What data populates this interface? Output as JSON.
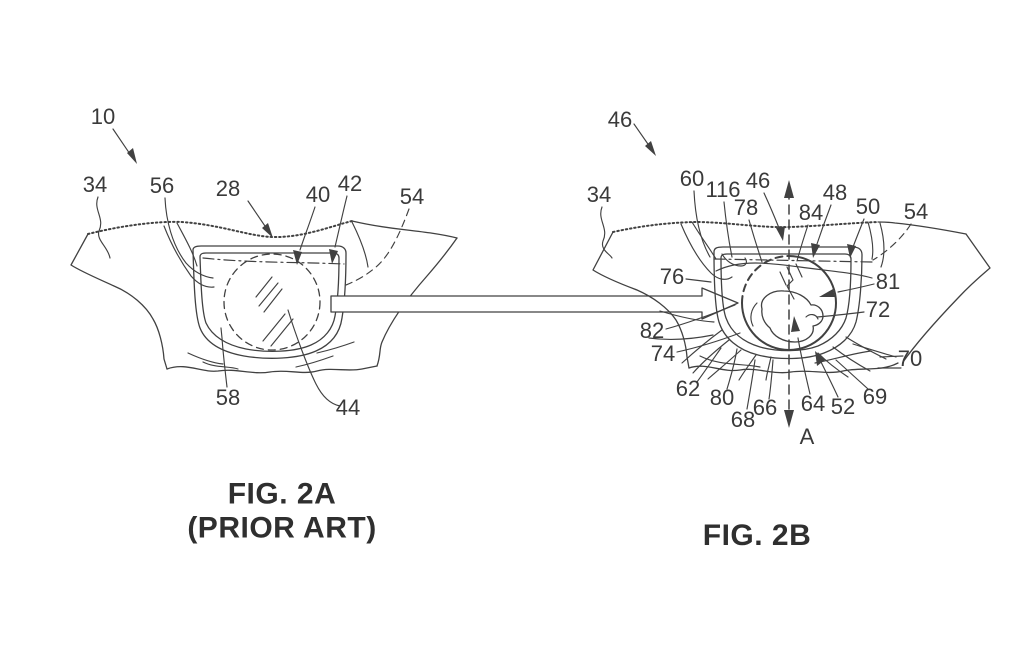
{
  "sheet": {
    "background_color": "#ffffff",
    "line_color": "#414141"
  },
  "fig2a": {
    "caption_line1": "FIG. 2A",
    "caption_line2": "(PRIOR ART)",
    "labels": {
      "ref10": "10",
      "ref34": "34",
      "ref56": "56",
      "ref28": "28",
      "ref40": "40",
      "ref42": "42",
      "ref54": "54",
      "ref58": "58",
      "ref44": "44"
    }
  },
  "fig2b": {
    "caption": "FIG. 2B",
    "axis_label": "A",
    "labels": {
      "ref46_top": "46",
      "ref34": "34",
      "ref60": "60",
      "ref116": "116",
      "ref46": "46",
      "ref78": "78",
      "ref84": "84",
      "ref48": "48",
      "ref50": "50",
      "ref54": "54",
      "ref76": "76",
      "ref82": "82",
      "ref74": "74",
      "ref81": "81",
      "ref72": "72",
      "ref70": "70",
      "ref62": "62",
      "ref80": "80",
      "ref68": "68",
      "ref66": "66",
      "ref64": "64",
      "ref52": "52",
      "ref69": "69"
    }
  }
}
